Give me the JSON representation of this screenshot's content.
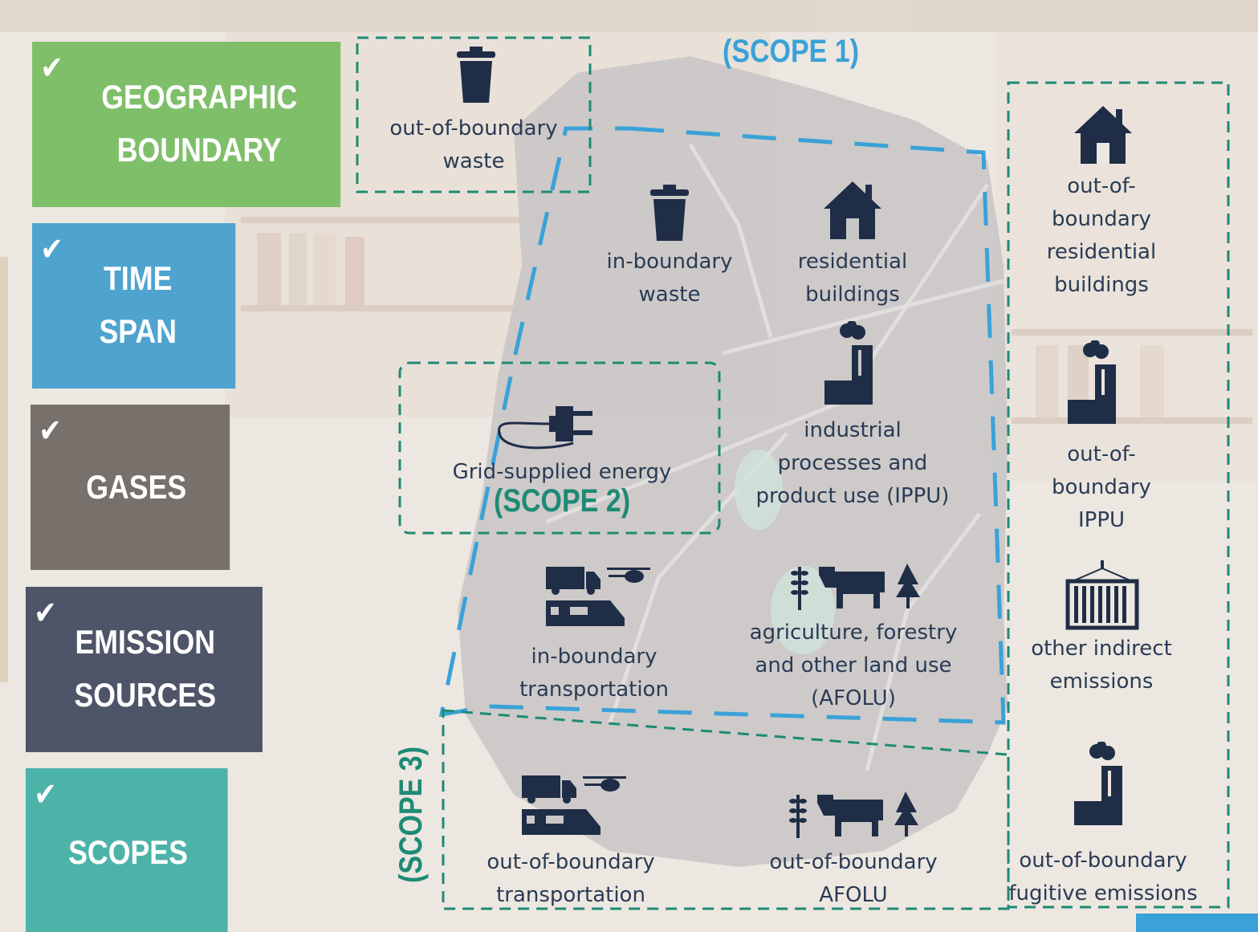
{
  "sidebar": {
    "items": [
      {
        "label_line1": "GEOGRAPHIC",
        "label_line2": "BOUNDARY",
        "color": "#7fbf6a",
        "check": "✔"
      },
      {
        "label_line1": "TIME",
        "label_line2": "SPAN",
        "color": "#4ea3cf",
        "check": "✔"
      },
      {
        "label_line1": "GASES",
        "label_line2": "",
        "color": "#77706b",
        "check": "✔"
      },
      {
        "label_line1": "EMISSION",
        "label_line2": "SOURCES",
        "color": "#4f5568",
        "check": "✔"
      },
      {
        "label_line1": "SCOPES",
        "label_line2": "",
        "color": "#4db3a9",
        "check": "✔"
      }
    ]
  },
  "scopes": {
    "scope1": "(SCOPE 1)",
    "scope2": "(SCOPE 2)",
    "scope3": "(SCOPE 3)"
  },
  "colors": {
    "scope1": "#3aa2d8",
    "scope2_3": "#1e8a75",
    "icon": "#1f2d47",
    "city": "#c9c7c7"
  },
  "labels": {
    "out_waste": "out-of-boundary\nwaste",
    "in_waste": "in-boundary\nwaste",
    "res_buildings": "residential\nbuildings",
    "out_res_buildings": "out-of-\nboundary\nresidential\nbuildings",
    "grid_energy": "Grid-supplied energy",
    "ippu": "industrial\nprocesses and\nproduct use (IPPU)",
    "out_ippu": "out-of-\nboundary\nIPPU",
    "in_transport": "in-boundary\ntransportation",
    "afolu": "agriculture, forestry\nand other land use\n(AFOLU)",
    "other_indirect": "other indirect\nemissions",
    "out_transport": "out-of-boundary\ntransportation",
    "out_afolu": "out-of-boundary\nAFOLU",
    "out_fugitive": "out-of-boundary\nfugitive emissions"
  },
  "icons": [
    "trash-icon",
    "house-icon",
    "factory-icon",
    "plug-icon",
    "vehicles-icon",
    "farm-icon",
    "container-icon"
  ]
}
